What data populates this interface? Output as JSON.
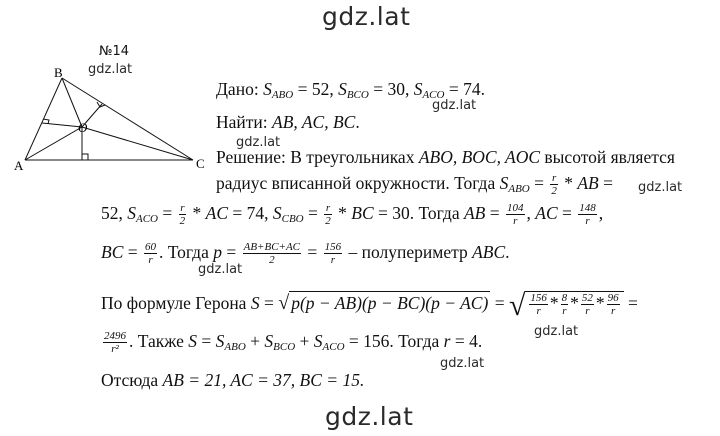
{
  "watermark": {
    "top": "gdz.lat",
    "bottom": "gdz.lat",
    "small": "gdz.lat"
  },
  "problem_number": "№14",
  "figure": {
    "A": "A",
    "B": "B",
    "C": "C",
    "O": "O"
  },
  "given": {
    "label": "Дано:",
    "s_abo_value": "52",
    "s_bco_value": "30",
    "s_aco_value": "74"
  },
  "find": {
    "label": "Найти:",
    "items": "AB, AC, BC"
  },
  "solution": {
    "label": "Решение:",
    "line1": "В треугольниках",
    "triangles": "ABO, BOC, AOC",
    "line1_end": "высотой является",
    "line2": "радиус вписанной окружности. Тогда",
    "then": "Тогда",
    "semi_text": "– полупериметр",
    "heron": "По формуле Герона",
    "also": "Также",
    "so": "Отсюда",
    "r_value": "4",
    "sum_value": "156",
    "answer": "AB = 21, AC = 37, BC = 15."
  },
  "fractions": {
    "r": "r",
    "two": "2",
    "n104": "104",
    "n148": "148",
    "n60": "60",
    "n156": "156",
    "n8": "8",
    "n52": "52",
    "n96": "96",
    "n2496": "2496",
    "r2": "r²",
    "sum_num": "AB+BC+AC"
  }
}
